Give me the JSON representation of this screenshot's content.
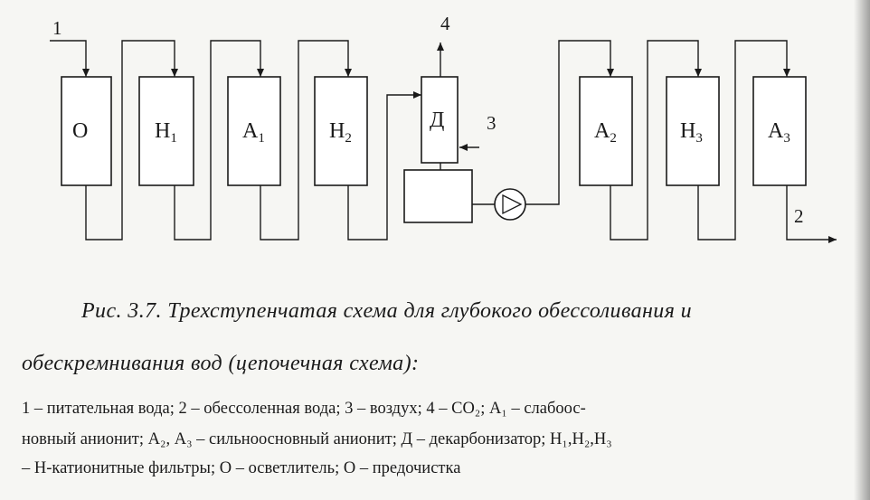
{
  "diagram": {
    "stream_labels": {
      "s1": "1",
      "s2": "2",
      "s3": "3",
      "s4": "4"
    },
    "units": [
      {
        "id": "O",
        "main": "О",
        "sub": ""
      },
      {
        "id": "H1",
        "main": "Н",
        "sub": "1"
      },
      {
        "id": "A1",
        "main": "А",
        "sub": "1"
      },
      {
        "id": "H2",
        "main": "Н",
        "sub": "2"
      },
      {
        "id": "D",
        "main": "Д",
        "sub": ""
      },
      {
        "id": "A2",
        "main": "А",
        "sub": "2"
      },
      {
        "id": "H3",
        "main": "Н",
        "sub": "3"
      },
      {
        "id": "A3",
        "main": "А",
        "sub": "3"
      }
    ]
  },
  "caption": {
    "line1": "Рис. 3.7. Трехступенчатая схема для глубокого обессоливания и",
    "line2": "обескремнивания  вод (цепочечная схема):"
  },
  "legend": {
    "line1": "1 – питательная вода; 2 – обессоленная вода; 3 – воздух; 4 – СО₂;  А₁ – слабоос-",
    "line2": "новный анионит; А₂, А₃ – сильноосновный анионит; Д – декарбонизатор; Н₁,Н₂,Н₃",
    "line3": "– Н-катионитные фильтры; О – осветлитель; О – предочистка"
  }
}
